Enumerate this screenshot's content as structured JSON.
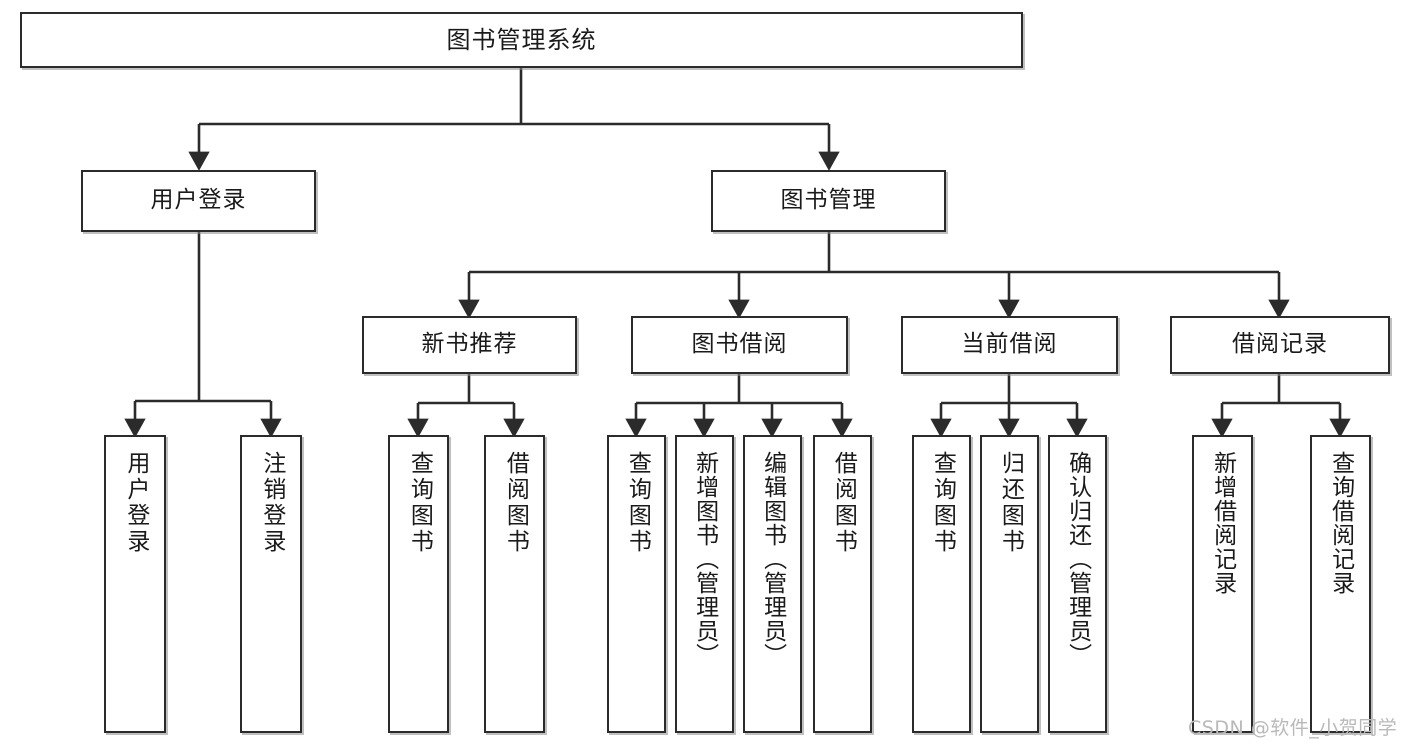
{
  "diagram": {
    "title": "图书管理系统",
    "type": "hierarchy-tree",
    "watermark": "CSDN @软件_小贺同学",
    "colors": {
      "box_border": "#2b2b2b",
      "box_fill": "#ffffff",
      "connector": "#2b2b2b",
      "watermark": "#b9b9b9"
    },
    "nodes": {
      "root": {
        "label": "图书管理系统"
      },
      "level2": [
        {
          "label": "用户登录"
        },
        {
          "label": "图书管理"
        }
      ],
      "level3": [
        {
          "label": "新书推荐"
        },
        {
          "label": "图书借阅"
        },
        {
          "label": "当前借阅"
        },
        {
          "label": "借阅记录"
        }
      ],
      "leaves": {
        "user_login": [
          {
            "label": "用户登录"
          },
          {
            "label": "注销登录"
          }
        ],
        "new_book": [
          {
            "label": "查询图书"
          },
          {
            "label": "借阅图书"
          }
        ],
        "book_borrow": [
          {
            "label": "查询图书"
          },
          {
            "label": "新增图书（管理员）"
          },
          {
            "label": "编辑图书（管理员）"
          },
          {
            "label": "借阅图书"
          }
        ],
        "current_borrow": [
          {
            "label": "查询图书"
          },
          {
            "label": "归还图书"
          },
          {
            "label": "确认归还（管理员）"
          }
        ],
        "borrow_record": [
          {
            "label": "新增借阅记录"
          },
          {
            "label": "查询借阅记录"
          }
        ]
      }
    }
  }
}
